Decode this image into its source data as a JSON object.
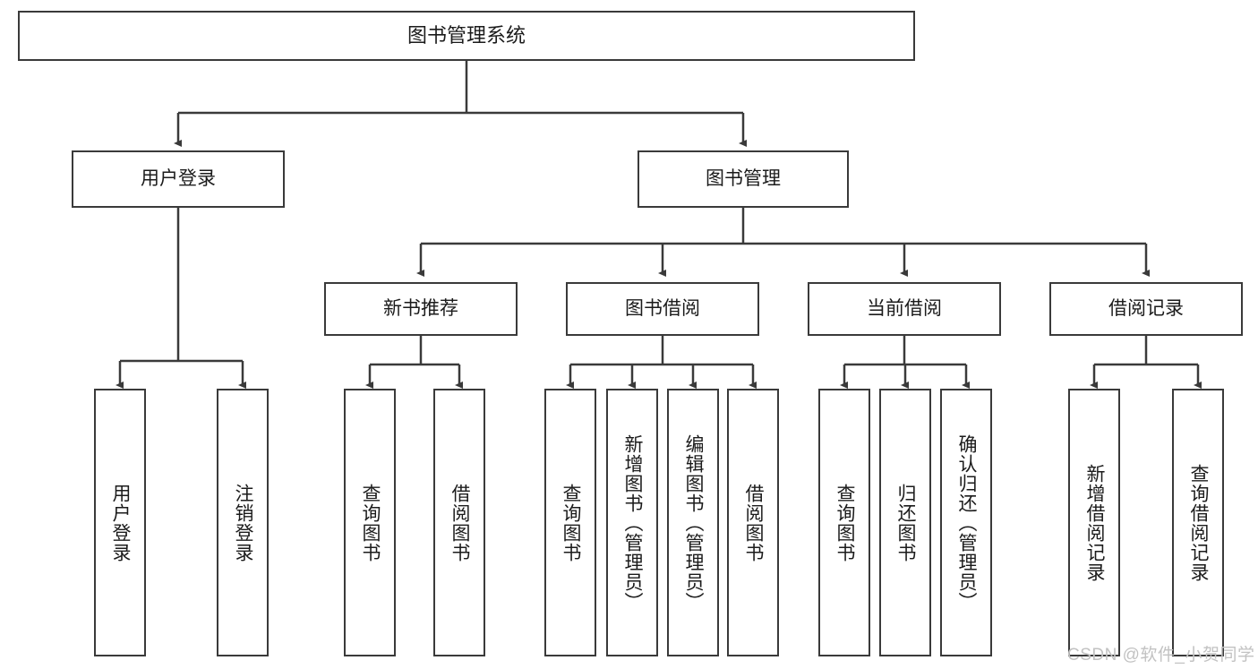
{
  "diagram": {
    "title": "图书管理系统",
    "type": "tree",
    "root": {
      "id": "root",
      "label": "图书管理系统"
    },
    "level2": [
      {
        "id": "user-login",
        "label": "用户登录"
      },
      {
        "id": "book-manage",
        "label": "图书管理"
      }
    ],
    "level3": [
      {
        "id": "new-book-recommend",
        "label": "新书推荐"
      },
      {
        "id": "book-borrow",
        "label": "图书借阅"
      },
      {
        "id": "current-borrow",
        "label": "当前借阅"
      },
      {
        "id": "borrow-record",
        "label": "借阅记录"
      }
    ],
    "leaves": {
      "user_login": [
        {
          "id": "leaf-user-login",
          "label": "用户登录"
        },
        {
          "id": "leaf-user-logout",
          "label": "注销登录"
        }
      ],
      "new_book_recommend": [
        {
          "id": "leaf-query-book-1",
          "label": "查询图书"
        },
        {
          "id": "leaf-borrow-book-1",
          "label": "借阅图书"
        }
      ],
      "book_borrow": [
        {
          "id": "leaf-query-book-2",
          "label": "查询图书"
        },
        {
          "id": "leaf-add-book",
          "label": "新增图书（管理员）"
        },
        {
          "id": "leaf-edit-book",
          "label": "编辑图书（管理员）"
        },
        {
          "id": "leaf-borrow-book-2",
          "label": "借阅图书"
        }
      ],
      "current_borrow": [
        {
          "id": "leaf-query-book-3",
          "label": "查询图书"
        },
        {
          "id": "leaf-return-book",
          "label": "归还图书"
        },
        {
          "id": "leaf-confirm-return",
          "label": "确认归还（管理员）"
        }
      ],
      "borrow_record": [
        {
          "id": "leaf-add-record",
          "label": "新增借阅记录"
        },
        {
          "id": "leaf-query-record",
          "label": "查询借阅记录"
        }
      ]
    }
  },
  "watermark": {
    "text": "CSDN @软件_小贺同学"
  },
  "colors": {
    "border": "#3a3a3a",
    "text": "#1b1b1b",
    "background": "#ffffff",
    "watermark": "#c2c2c2"
  }
}
